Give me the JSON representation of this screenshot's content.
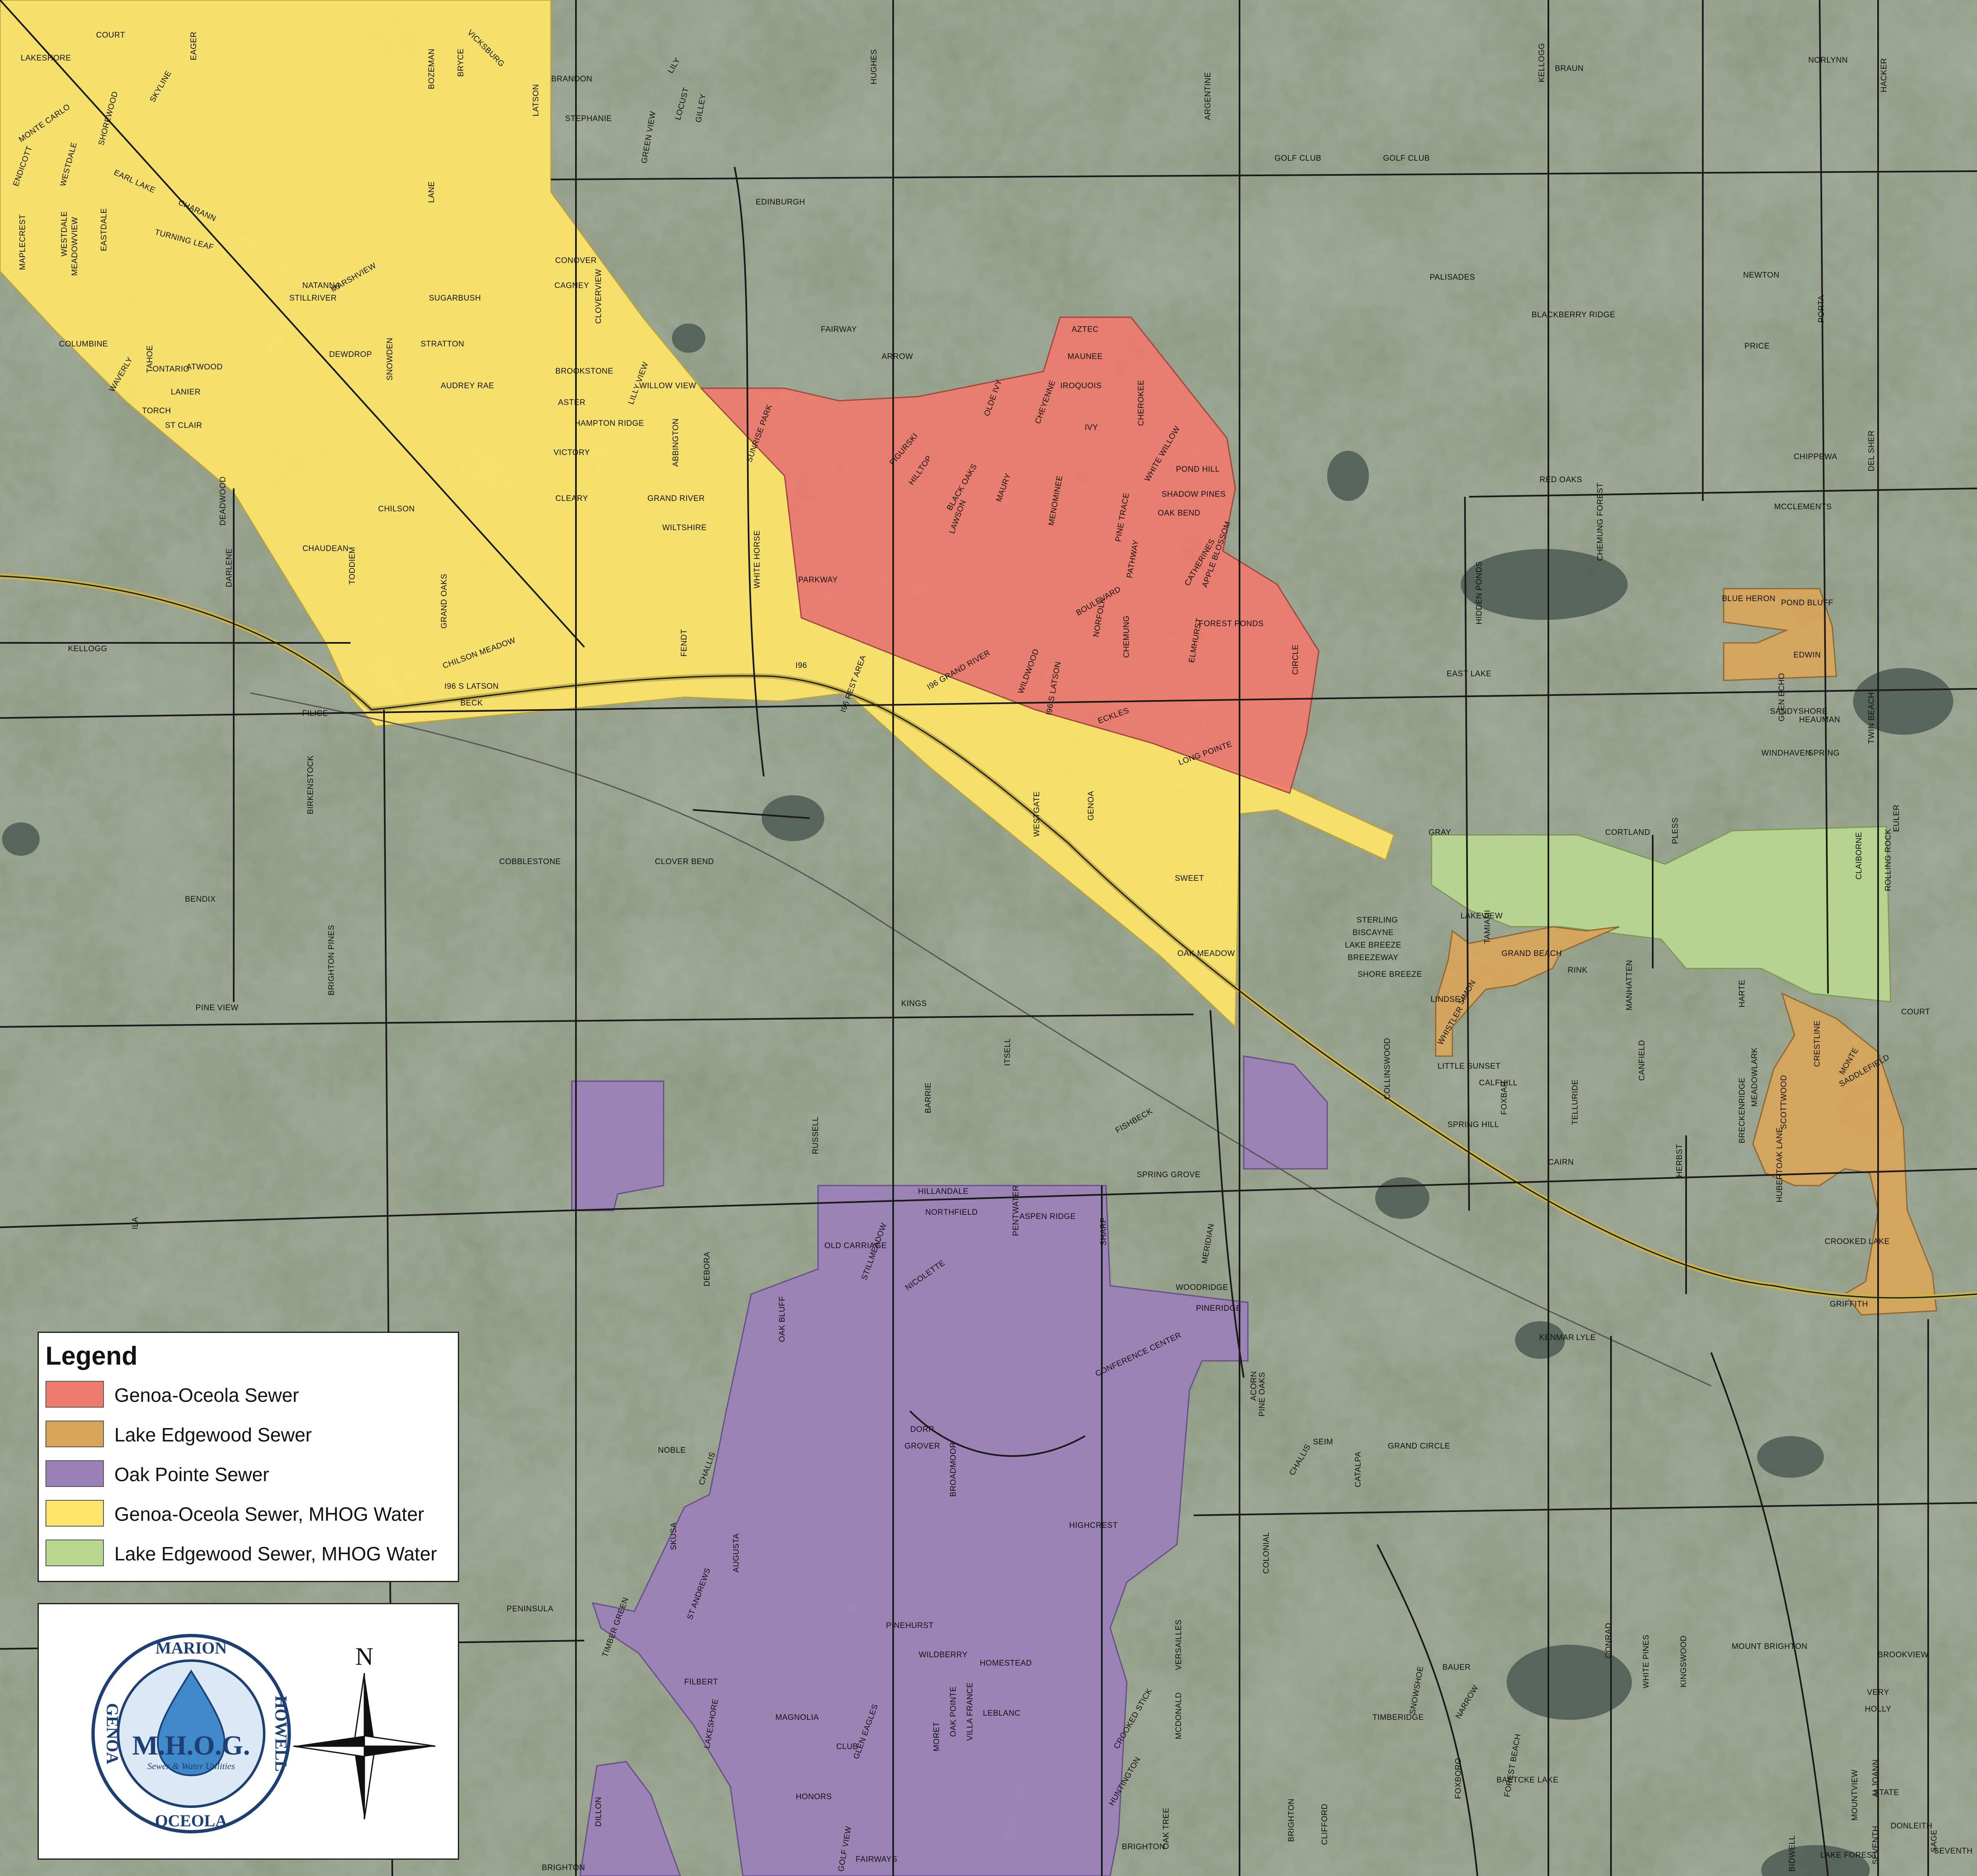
{
  "legend": {
    "title": "Legend",
    "items": [
      {
        "label": "Genoa-Oceola Sewer",
        "color": "#ef7b6e"
      },
      {
        "label": "Lake Edgewood Sewer",
        "color": "#d9a55b"
      },
      {
        "label": "Oak Pointe Sewer",
        "color": "#9b80b8"
      },
      {
        "label": "Genoa-Oceola Sewer, MHOG Water",
        "color": "#fde56a"
      },
      {
        "label": "Lake Edgewood Sewer, MHOG Water",
        "color": "#b9d78f"
      }
    ]
  },
  "logo": {
    "name": "M.H.O.G.",
    "tagline": "Sewer & Water Utilities",
    "top": "MARION",
    "right": "HOWELL",
    "bottom": "OCEOLA",
    "left": "GENOA"
  },
  "north_label": "N",
  "colors": {
    "genoa_oceola_sewer": "#ef7b6e",
    "lake_edgewood_sewer": "#d9a55b",
    "oak_pointe_sewer": "#9b80b8",
    "genoa_oceola_water": "#fde56a",
    "lake_edgewood_water": "#b9d78f",
    "road": "#1a1a1a",
    "highway": "#c8b24a"
  },
  "street_labels": [
    "LAKESHORE",
    "COURT",
    "EAGER",
    "VICKSBURG",
    "BOZEMAN",
    "BRYCE",
    "LATSON",
    "BRANDON",
    "STEPHANIE",
    "LILY",
    "LOCUST",
    "GILLEY",
    "GREEN VIEW",
    "HUGHES",
    "ARGENTINE",
    "KELLOGG",
    "BRAUN",
    "NORLYNN",
    "HACKER",
    "MONTE CARLO",
    "SHOREWOOD",
    "SKYLINE",
    "ENDICOTT",
    "WESTDALE",
    "EARL LAKE",
    "MAPLECREST",
    "WESTDALE",
    "MEADOWVIEW",
    "EASTDALE",
    "CHARANN",
    "TURNING LEAF",
    "LANE",
    "NATANNA",
    "STILLRIVER",
    "MARSHVIEW",
    "SUGARBUSH",
    "CONOVER",
    "CAGNEY",
    "CLOVERVIEW",
    "GOLF CLUB",
    "GOLF CLUB",
    "EDINBURGH",
    "PALISADES",
    "NEWTON",
    "BLACKBERRY RIDGE",
    "PORTA",
    "PRICE",
    "COLUMBINE",
    "TAHOE",
    "WAVERLY",
    "ONTARIO",
    "ATWOOD",
    "LANIER",
    "TORCH",
    "ST CLAIR",
    "DEWDROP",
    "SNOWDEN",
    "STRATTON",
    "BROOKSTONE",
    "LILLY VIEW",
    "WILLOW VIEW",
    "AUDREY RAE",
    "ASTER",
    "HAMPTON RIDGE",
    "ABBINGTON",
    "SUNRISE PARK",
    "FAIRWAY",
    "ARROW",
    "AZTEC",
    "MAUNEE",
    "IROQUOIS",
    "CHEROKEE",
    "CHEYENNE",
    "OLDE IVY",
    "IVY",
    "CHIPPEWA",
    "DEL SHER",
    "DEADWOOD",
    "VICTORY",
    "FIGURSKI",
    "HILLTOP",
    "BLACK OAKS",
    "MAURY",
    "MENOMINEE",
    "WHITE WILLOW",
    "POND HILL",
    "SHADOW PINES",
    "OAK BEND",
    "PINE TRACE",
    "RED OAKS",
    "MCCLEMENTS",
    "DARLENE",
    "CHILSON",
    "CLEARY",
    "GRAND RIVER",
    "WILTSHIRE",
    "WHITE HORSE",
    "LAWSON",
    "PATHWAY",
    "APPLE BLOSSOM",
    "CATHERINES",
    "CHEMUNG FOREST",
    "CHAUDEAN",
    "TODDIEM",
    "GRAND OAKS",
    "FENDT",
    "PARKWAY",
    "BOULEVARD",
    "NORFOLK",
    "CHEMUNG",
    "ELMHURST",
    "FOREST PONDS",
    "BLUE HERON",
    "POND BLUFF",
    "HIDDEN PONDS",
    "KELLOGG",
    "CHILSON MEADOW",
    "I96 S LATSON",
    "I96",
    "I96 REST AREA",
    "I96 GRAND RIVER",
    "WILDWOOD",
    "CIRCLE",
    "EDWIN",
    "EAST LAKE",
    "FILICE",
    "BECK",
    "I96 S LATSON",
    "ECKLES",
    "LONG POINTE",
    "GLEN ECHO",
    "SANDYSHORE",
    "TWIN BEACH",
    "HEAUMAN",
    "WINDHAVEN",
    "SPRING",
    "BIRKENSTOCK",
    "WESTGATE",
    "GENOA",
    "GRAY",
    "CORTLAND",
    "PLESS",
    "EULER",
    "CLAIBORNE",
    "ROLLING ROCK",
    "COBBLESTONE",
    "CLOVER BEND",
    "SWEET",
    "STERLING",
    "BISCAYNE",
    "LAKE BREEZE",
    "BREEZEWAY",
    "SHORE BREEZE",
    "LAKEVIEW",
    "TAMIAMI",
    "GRAND BEACH",
    "RINK",
    "LINDSEY",
    "SIMON",
    "MANHATTEN",
    "HARTE",
    "COURT",
    "BENDIX",
    "OAK MEADOW",
    "BRIGHTON PINES",
    "PINE VIEW",
    "KINGS",
    "ITSELL",
    "WHISTLER",
    "CANFIELD",
    "MEADOWLARK",
    "CRESTLINE",
    "MONTE",
    "SCOTTWOOD",
    "BRECKENRIDGE",
    "SADDLEFIELD",
    "COLLINSWOOD",
    "LITTLE SUNSET",
    "CALFHILL",
    "FOXBAR",
    "BARRIE",
    "FISHBECK",
    "RUSSELL",
    "SPRING HILL",
    "CAIRN",
    "HERBST",
    "OAK LANE",
    "TELLURIDE",
    "HUBERT",
    "SPRING GROVE",
    "CROOKED LAKE",
    "DEBORA",
    "HILLANDALE",
    "NORTHFIELD",
    "PENTWATER",
    "ASPEN RIDGE",
    "SHARP",
    "MERIDIAN",
    "OLD CARRIAGE",
    "STILLMEADOW",
    "NICOLETTE",
    "OAK BLUFF",
    "WOODRIDGE",
    "PINERIDGE",
    "GRIFFITH",
    "CONFERENCE CENTER",
    "KENMAR",
    "LYLE",
    "ILA",
    "ACORN",
    "PINE OAKS",
    "DORR",
    "GROVER",
    "NOBLE",
    "SEIM",
    "CHALLIS",
    "CATALPA",
    "GRAND CIRCLE",
    "CHALLIS",
    "BROADMOOR",
    "HIGHCREST",
    "SKUSA",
    "AUGUSTA",
    "COLONIAL",
    "ST ANDREWS",
    "PENINSULA",
    "TIMBER GREEN",
    "PINEHURST",
    "WILDBERRY",
    "FILBERT",
    "HOMESTEAD",
    "VERSAILLES",
    "CONRAD",
    "BAUER",
    "WHITE PINES",
    "KINGSWOOD",
    "MOUNT BRIGHTON",
    "BROOKVIEW",
    "VERY",
    "HOLLY",
    "MAGNOLIA",
    "LAKESHORE",
    "OAK POINTE",
    "VILLA FRANCE",
    "LEBLANC",
    "MORET",
    "CLUB",
    "GLEN EAGLES",
    "HUNTINGTON",
    "CROOKED STICK",
    "MCDONALD",
    "TIMBERIDGE",
    "NARROW",
    "SNOWSHOE",
    "FOREST BEACH",
    "BAETCKE LAKE",
    "FOXBORO",
    "MOUNTVIEW",
    "ALJOANN",
    "STATE",
    "DILLON",
    "HONORS",
    "GOLF VIEW",
    "FAIRWAYS",
    "OAK TREE",
    "CLIFFORD",
    "BRIGHTON",
    "BRIGHTON",
    "BRIGHTON",
    "LAKE FOREST",
    "BIDWELL",
    "SEVENTH",
    "DONLEITH",
    "SAGE",
    "SEVENTH"
  ]
}
